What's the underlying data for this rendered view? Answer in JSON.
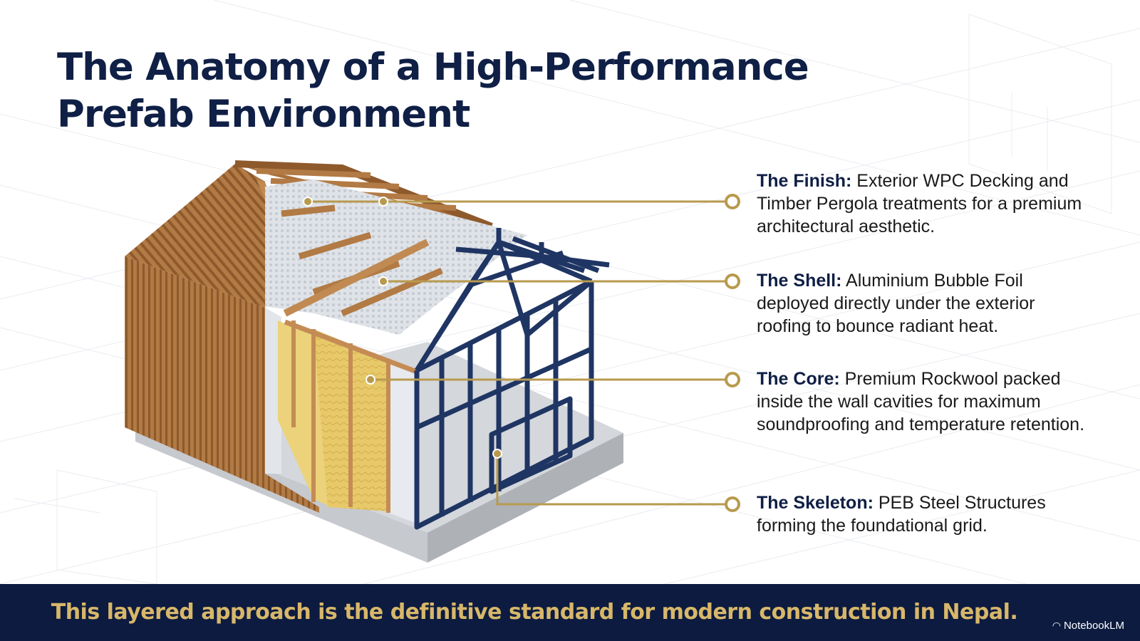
{
  "title": {
    "line1": "The Anatomy of a High-Performance",
    "line2": "Prefab Environment"
  },
  "callouts": [
    {
      "label": "The Finish:",
      "text": "Exterior WPC Decking and Timber Pergola treatments for a premium architectural aesthetic."
    },
    {
      "label": "The Shell:",
      "text": "Aluminium Bubble Foil deployed directly under the exterior roofing to bounce radiant heat."
    },
    {
      "label": "The Core:",
      "text": "Premium Rockwool packed inside the wall cavities for maximum soundproofing and temperature retention."
    },
    {
      "label": "The Skeleton:",
      "text": "PEB Steel Structures forming the foundational grid."
    }
  ],
  "banner": {
    "text": "This layered approach is the definitive standard for modern construction in Nepal."
  },
  "brand": {
    "name": "NotebookLM",
    "icon": "notebooklm-logo-icon"
  },
  "colors": {
    "navy": "#0c1b3f",
    "gold": "#d8b76a",
    "leader_line": "#b89a4e",
    "wood": "#b07a45",
    "steel": "#1f3563",
    "rockwool": "#e6c766",
    "foil": "#d9dde2"
  }
}
